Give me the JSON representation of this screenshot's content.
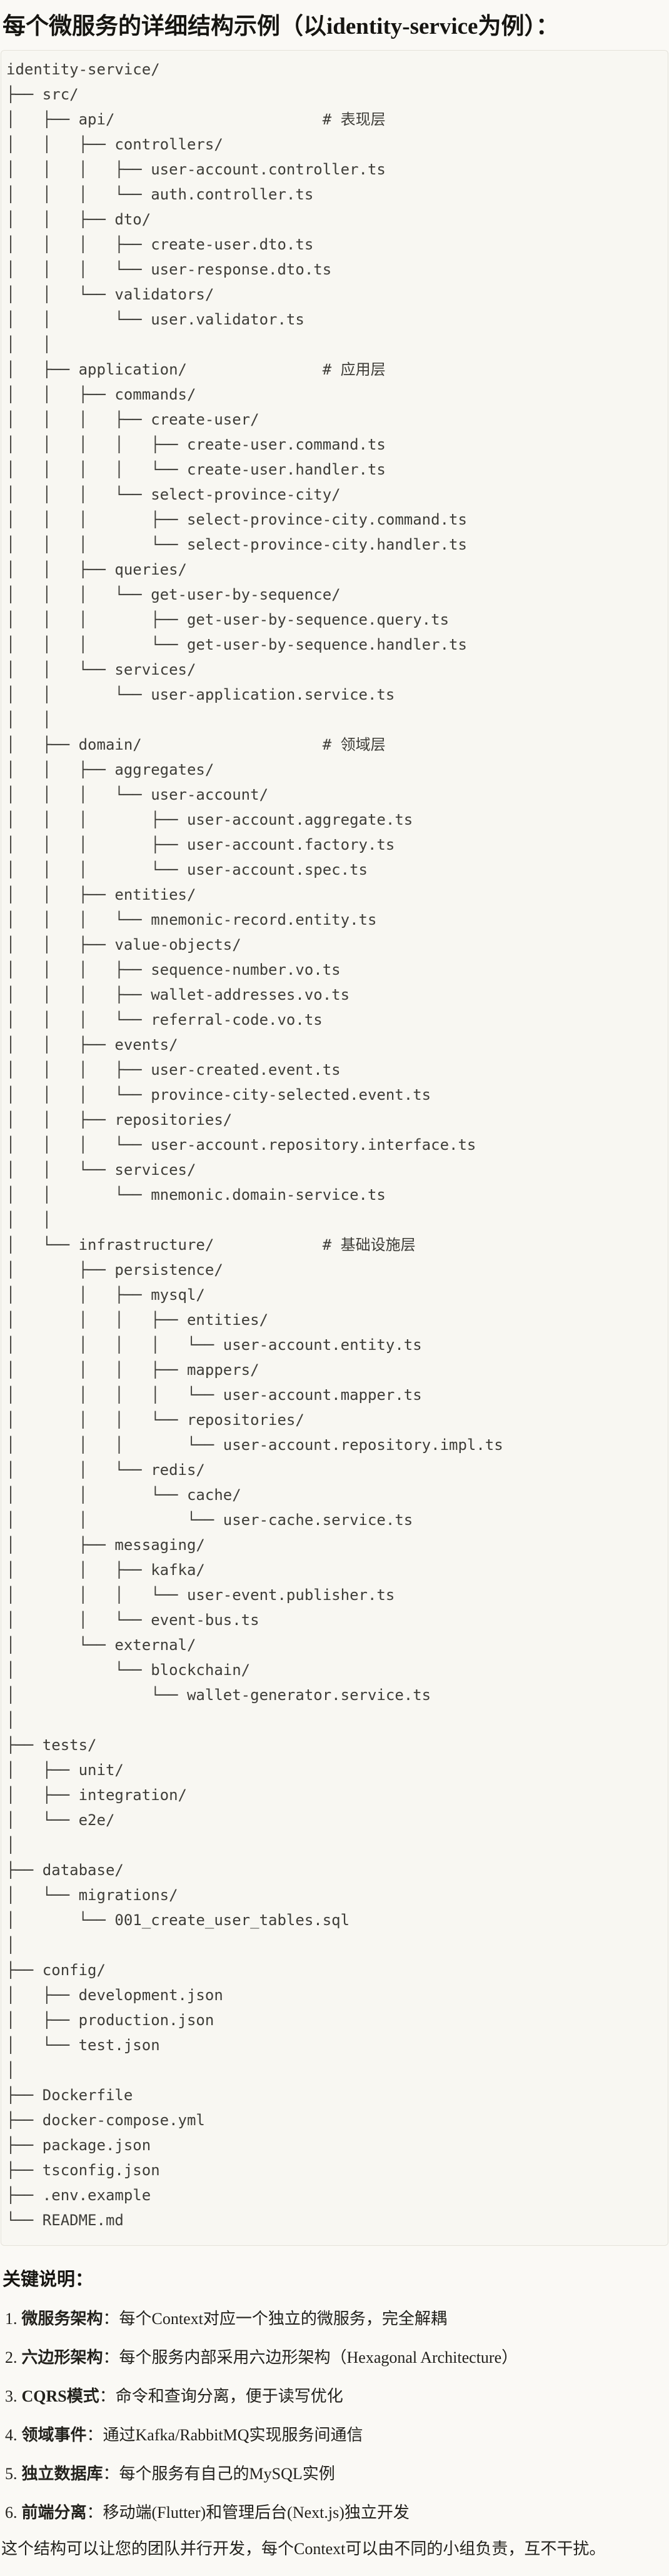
{
  "title": "每个微服务的详细结构示例（以identity-service为例）：",
  "code_block": {
    "lines": [
      "identity-service/",
      "├── src/",
      "│   ├── api/                       # 表现层",
      "│   │   ├── controllers/",
      "│   │   │   ├── user-account.controller.ts",
      "│   │   │   └── auth.controller.ts",
      "│   │   ├── dto/",
      "│   │   │   ├── create-user.dto.ts",
      "│   │   │   └── user-response.dto.ts",
      "│   │   └── validators/",
      "│   │       └── user.validator.ts",
      "│   │",
      "│   ├── application/               # 应用层",
      "│   │   ├── commands/",
      "│   │   │   ├── create-user/",
      "│   │   │   │   ├── create-user.command.ts",
      "│   │   │   │   └── create-user.handler.ts",
      "│   │   │   └── select-province-city/",
      "│   │   │       ├── select-province-city.command.ts",
      "│   │   │       └── select-province-city.handler.ts",
      "│   │   ├── queries/",
      "│   │   │   └── get-user-by-sequence/",
      "│   │   │       ├── get-user-by-sequence.query.ts",
      "│   │   │       └── get-user-by-sequence.handler.ts",
      "│   │   └── services/",
      "│   │       └── user-application.service.ts",
      "│   │",
      "│   ├── domain/                    # 领域层",
      "│   │   ├── aggregates/",
      "│   │   │   └── user-account/",
      "│   │   │       ├── user-account.aggregate.ts",
      "│   │   │       ├── user-account.factory.ts",
      "│   │   │       └── user-account.spec.ts",
      "│   │   ├── entities/",
      "│   │   │   └── mnemonic-record.entity.ts",
      "│   │   ├── value-objects/",
      "│   │   │   ├── sequence-number.vo.ts",
      "│   │   │   ├── wallet-addresses.vo.ts",
      "│   │   │   └── referral-code.vo.ts",
      "│   │   ├── events/",
      "│   │   │   ├── user-created.event.ts",
      "│   │   │   └── province-city-selected.event.ts",
      "│   │   ├── repositories/",
      "│   │   │   └── user-account.repository.interface.ts",
      "│   │   └── services/",
      "│   │       └── mnemonic.domain-service.ts",
      "│   │",
      "│   └── infrastructure/            # 基础设施层",
      "│       ├── persistence/",
      "│       │   ├── mysql/",
      "│       │   │   ├── entities/",
      "│       │   │   │   └── user-account.entity.ts",
      "│       │   │   ├── mappers/",
      "│       │   │   │   └── user-account.mapper.ts",
      "│       │   │   └── repositories/",
      "│       │   │       └── user-account.repository.impl.ts",
      "│       │   └── redis/",
      "│       │       └── cache/",
      "│       │           └── user-cache.service.ts",
      "│       ├── messaging/",
      "│       │   ├── kafka/",
      "│       │   │   └── user-event.publisher.ts",
      "│       │   └── event-bus.ts",
      "│       └── external/",
      "│           └── blockchain/",
      "│               └── wallet-generator.service.ts",
      "│",
      "├── tests/",
      "│   ├── unit/",
      "│   ├── integration/",
      "│   └── e2e/",
      "│",
      "├── database/",
      "│   └── migrations/",
      "│       └── 001_create_user_tables.sql",
      "│",
      "├── config/",
      "│   ├── development.json",
      "│   ├── production.json",
      "│   └── test.json",
      "│",
      "├── Dockerfile",
      "├── docker-compose.yml",
      "├── package.json",
      "├── tsconfig.json",
      "├── .env.example",
      "└── README.md"
    ]
  },
  "notes": {
    "heading": "关键说明：",
    "items": [
      {
        "num": "1.",
        "term": "微服务架构",
        "rest": "：每个Context对应一个独立的微服务，完全解耦"
      },
      {
        "num": "2.",
        "term": "六边形架构",
        "rest": "：每个服务内部采用六边形架构（Hexagonal Architecture）"
      },
      {
        "num": "3.",
        "term": "CQRS模式",
        "rest": "：命令和查询分离，便于读写优化"
      },
      {
        "num": "4.",
        "term": "领域事件",
        "rest": "：通过Kafka/RabbitMQ实现服务间通信"
      },
      {
        "num": "5.",
        "term": "独立数据库",
        "rest": "：每个服务有自己的MySQL实例"
      },
      {
        "num": "6.",
        "term": "前端分离",
        "rest": "：移动端(Flutter)和管理后台(Next.js)独立开发"
      }
    ]
  },
  "closing": "这个结构可以让您的团队并行开发，每个Context可以由不同的小组负责，互不干扰。"
}
